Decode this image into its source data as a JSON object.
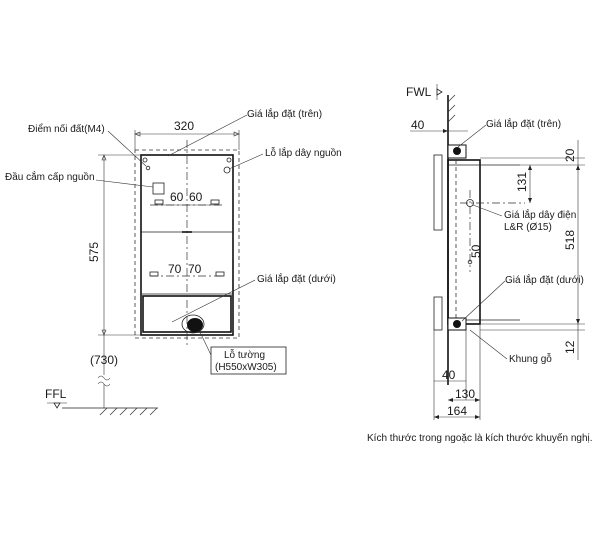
{
  "front_view": {
    "dims": {
      "width": "320",
      "height": "575",
      "offset_a_1": "60",
      "offset_a_2": "60",
      "offset_b_1": "70",
      "offset_b_2": "70",
      "install_height": "(730)"
    },
    "labels": {
      "ground_point": "Điểm nối đất(M4)",
      "power_plug": "Đầu cắm cấp nguồn",
      "bracket_top": "Giá lắp đặt (trên)",
      "power_hole": "Lỗ lắp dây nguồn",
      "bracket_bottom": "Giá lắp đặt (dưới)",
      "wall_hole_line1": "Lỗ tường",
      "wall_hole_line2": "(H550xW305)",
      "floor": "FFL"
    }
  },
  "side_view": {
    "dims": {
      "wall_offset_top": "40",
      "top_gap": "20",
      "hole_drop": "131",
      "body_height": "518",
      "bottom_gap": "12",
      "depth_left": "40",
      "depth_body": "130",
      "depth_total": "164",
      "hole_dim": "50"
    },
    "labels": {
      "wall": "FWL",
      "bracket_top": "Giá lắp đặt (trên)",
      "wire_hole_line1": "Giá lắp dây điện",
      "wire_hole_line2": "L&R (Ø15)",
      "bracket_bottom": "Giá lắp đặt (dưới)",
      "frame": "Khung gỗ"
    }
  },
  "footnote": "Kích thước trong ngoặc là kích thước khuyến nghị."
}
